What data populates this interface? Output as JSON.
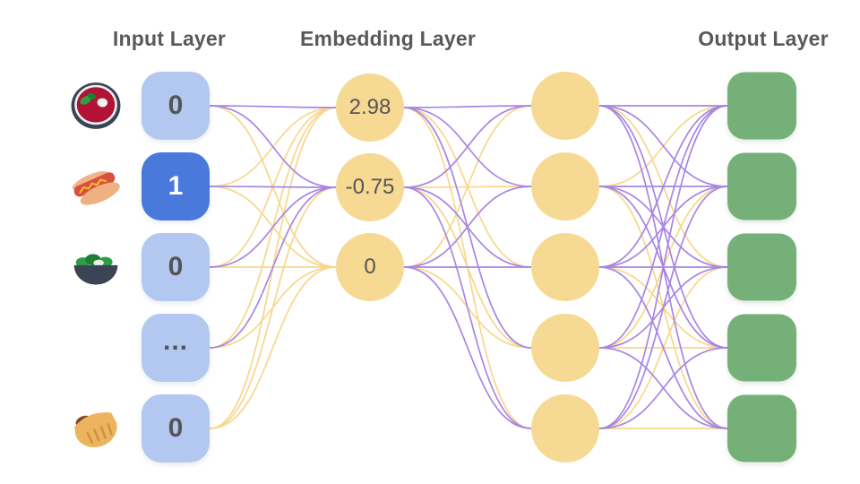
{
  "headers": {
    "input": "Input Layer",
    "embedding": "Embedding Layer",
    "output": "Output Layer"
  },
  "input_layer": {
    "nodes": [
      {
        "icon": "borscht-bowl-icon",
        "value": "0",
        "active": false
      },
      {
        "icon": "hotdog-icon",
        "value": "1",
        "active": true
      },
      {
        "icon": "salad-bowl-icon",
        "value": "0",
        "active": false
      },
      {
        "icon": null,
        "value": "...",
        "active": false
      },
      {
        "icon": "pita-icon",
        "value": "0",
        "active": false
      }
    ]
  },
  "embedding_layer": {
    "values": [
      "2.98",
      "-0.75",
      "0"
    ]
  },
  "hidden_layer": {
    "count": 5
  },
  "output_layer": {
    "count": 5
  },
  "colors": {
    "purple": "#a886e3",
    "yellow": "#f7d78c",
    "node_yellow": "#f6d992",
    "input_blue": "#b3c8f0",
    "input_blue_active": "#4a79dc",
    "output_green": "#74b078",
    "text_dark": "#555555",
    "header_gray": "#595959"
  },
  "connections": {
    "input_to_embedding": [
      [
        "P",
        "P",
        "Y"
      ],
      [
        "Y",
        "P",
        "Y"
      ],
      [
        "Y",
        "P",
        "Y"
      ],
      [
        "Y",
        "P",
        "Y"
      ],
      [
        "Y",
        "Y",
        "Y"
      ]
    ],
    "embedding_to_hidden": [
      [
        "P",
        "P",
        "Y",
        "P",
        "Y"
      ],
      [
        "P",
        "Y",
        "P",
        "Y",
        "P"
      ],
      [
        "Y",
        "P",
        "P",
        "Y",
        "P"
      ]
    ],
    "hidden_to_output": [
      [
        "P",
        "P",
        "Y",
        "P",
        "P"
      ],
      [
        "Y",
        "P",
        "P",
        "P",
        "Y"
      ],
      [
        "P",
        "P",
        "P",
        "Y",
        "P"
      ],
      [
        "P",
        "Y",
        "P",
        "Y",
        "P"
      ],
      [
        "P",
        "P",
        "Y",
        "P",
        "Y"
      ]
    ]
  }
}
